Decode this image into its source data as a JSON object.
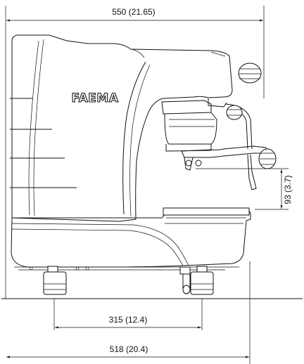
{
  "dimensions": {
    "overall_width": "550 (21.65)",
    "base_depth": "518 (20.4)",
    "feet_spacing": "315 (12.4)",
    "cup_height": "93 (3.7)"
  },
  "brand_logo": "FAEMA"
}
